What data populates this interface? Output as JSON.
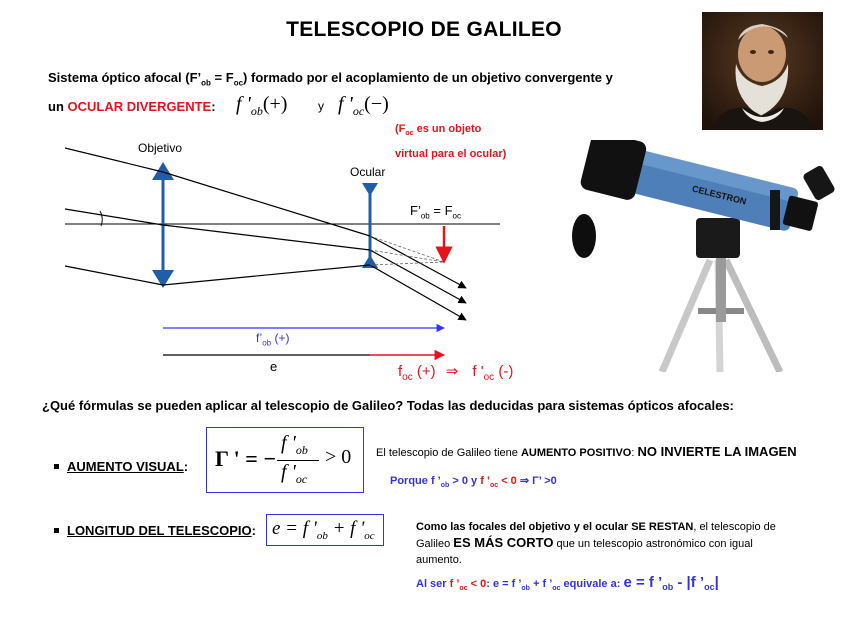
{
  "title": "TELESCOPIO DE GALILEO",
  "intro": {
    "line1_a": "Sistema óptico afocal  (F’",
    "line1_sub1": "ob",
    "line1_b": " = F",
    "line1_sub2": "oc",
    "line1_c": ") formado por el acoplamiento de un objetivo convergente y",
    "line2_a": "un ",
    "line2_red": "OCULAR DIVERGENTE",
    "line2_b": ":",
    "f_ob": "f '",
    "f_ob_sub": "ob",
    "f_ob_sign": "(+)",
    "y": "y",
    "f_oc": "f '",
    "f_oc_sub": "oc",
    "f_oc_sign": "(−)"
  },
  "note": {
    "line1_a": "(F",
    "line1_sub": "oc",
    "line1_b": " es un objeto",
    "line2": "virtual para el ocular)"
  },
  "diagram": {
    "objetivo_label": "Objetivo",
    "ocular_label": "Ocular",
    "focus_label_a": "F’",
    "focus_label_sub1": "ob",
    "focus_label_b": " = F",
    "focus_label_sub2": "oc",
    "fob_label": "f’",
    "fob_sub": "ob",
    "fob_sign": " (+)",
    "e_label": "e",
    "foc_label": "f",
    "foc_sub": "oc",
    "foc_sign": " (+)",
    "implies": "⇒",
    "foc2_label": " f '",
    "foc2_sub": "oc",
    "foc2_sign": " (-)"
  },
  "question": "¿Qué fórmulas se pueden aplicar al telescopio de Galileo? Todas las deducidas para sistemas ópticos afocales:",
  "aumento": {
    "label": "AUMENTO VISUAL",
    "colon": ":",
    "gamma": "Γ ' = −",
    "num": "f '",
    "num_sub": "ob",
    "den": "f '",
    "den_sub": "oc",
    "gt": "> 0",
    "desc_a": "El telescopio de Galileo tiene ",
    "desc_b": "AUMENTO POSITIVO",
    "desc_c": ": ",
    "desc_d": "NO INVIERTE LA IMAGEN",
    "porque_a": "Porque f ’",
    "porque_sub1": "ob",
    "porque_b": " > 0  y  ",
    "porque_c": "f ’",
    "porque_sub2": "oc",
    "porque_d": " < 0",
    "porque_e": " ⇒ Γ’ >0"
  },
  "longitud": {
    "label": "LONGITUD DEL TELESCOPIO",
    "colon": ":",
    "eq_a": "e = f '",
    "eq_sub1": "ob",
    "eq_b": " + f '",
    "eq_sub2": "oc",
    "desc1_a": "Como las focales del objetivo y el ocular ",
    "desc1_b": "SE RESTAN",
    "desc1_c": ", el telescopio de",
    "desc2_a": "Galileo ",
    "desc2_b": "ES MÁS CORTO",
    "desc2_c": " que un telescopio astronómico con igual",
    "desc3": "aumento.",
    "al_a": "Al ser  ",
    "al_b": "f ’",
    "al_sub1": "oc",
    "al_c": " < 0",
    "al_d": ":    e = f ’",
    "al_sub2": "ob",
    "al_e": " + f ’",
    "al_sub3": "oc",
    "al_f": "  equivale a:  ",
    "al_g": "e = f ’",
    "al_sub4": "ob",
    "al_h": " -  |f ’",
    "al_sub5": "oc",
    "al_i": "|"
  },
  "telescope_brand": "CELESTRON"
}
